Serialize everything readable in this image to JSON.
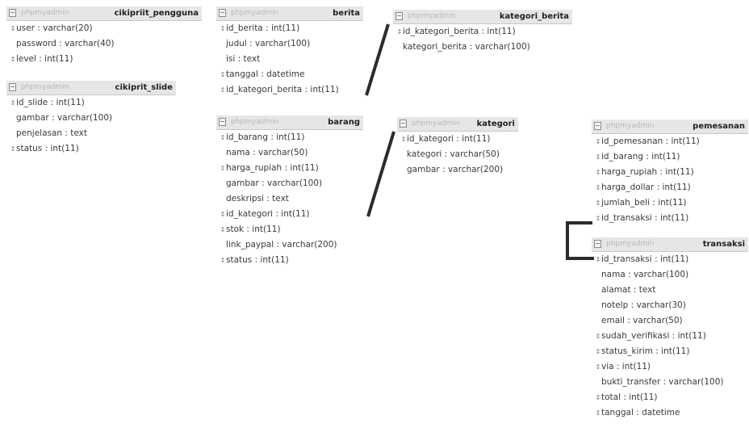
{
  "tables": {
    "cikipriit_pengguna": {
      "db": "phpmyadmin",
      "name": "cikipriit_pengguna",
      "columns": [
        "user : varchar(20)",
        "password : varchar(40)",
        "level : int(11)"
      ],
      "markers": [
        "↕",
        "",
        "↕"
      ]
    },
    "cikiprit_slide": {
      "db": "phpmyadmin",
      "name": "cikiprit_slide",
      "columns": [
        "id_slide : int(11)",
        "gambar : varchar(100)",
        "penjelasan : text",
        "status : int(11)"
      ],
      "markers": [
        "↕",
        "",
        "",
        "↕"
      ]
    },
    "berita": {
      "db": "phpmyadmin",
      "name": "berita",
      "columns": [
        "id_berita : int(11)",
        "judul : varchar(100)",
        "isi : text",
        "tanggal : datetime",
        "id_kategori_berita : int(11)"
      ],
      "markers": [
        "↕",
        "",
        "",
        "↕",
        "↕"
      ]
    },
    "kategori_berita": {
      "db": "phpmyadmin",
      "name": "kategori_berita",
      "columns": [
        "id_kategori_berita : int(11)",
        "kategori_berita : varchar(100)"
      ],
      "markers": [
        "↕",
        ""
      ]
    },
    "barang": {
      "db": "phpmyadmin",
      "name": "barang",
      "columns": [
        "id_barang : int(11)",
        "nama : varchar(50)",
        "harga_rupiah : int(11)",
        "gambar : varchar(100)",
        "deskripsi : text",
        "id_kategori : int(11)",
        "stok : int(11)",
        "link_paypal : varchar(200)",
        "status : int(11)"
      ],
      "markers": [
        "↕",
        "",
        "↕",
        "",
        "",
        "↕",
        "↕",
        "",
        "↕"
      ]
    },
    "kategori": {
      "db": "phpmyadmin",
      "name": "kategori",
      "columns": [
        "id_kategori : int(11)",
        "kategori : varchar(50)",
        "gambar : varchar(200)"
      ],
      "markers": [
        "↕",
        "",
        ""
      ]
    },
    "pemesanan": {
      "db": "phpmyadmin",
      "name": "pemesanan",
      "columns": [
        "id_pemesanan : int(11)",
        "id_barang : int(11)",
        "harga_rupiah : int(11)",
        "harga_dollar : int(11)",
        "jumlah_beli : int(11)",
        "id_transaksi : int(11)"
      ],
      "markers": [
        "↕",
        "↕",
        "↕",
        "↕",
        "↕",
        "↕"
      ]
    },
    "transaksi": {
      "db": "phpmyadmin",
      "name": "transaksi",
      "columns": [
        "id_transaksi : int(11)",
        "nama : varchar(100)",
        "alamat : text",
        "notelp : varchar(30)",
        "email : varchar(50)",
        "sudah_verifikasi : int(11)",
        "status_kirim : int(11)",
        "via : int(11)",
        "bukti_transfer : varchar(100)",
        "total : int(11)",
        "tanggal : datetime"
      ],
      "markers": [
        "↕",
        "",
        "",
        "",
        "",
        "↕",
        "↕",
        "↕",
        "",
        "↕",
        "↕"
      ]
    }
  },
  "colors": {
    "header_bg": "#e6e6e6",
    "relation_line": "#2b2b2b",
    "column_text": "#3a3a3a"
  }
}
